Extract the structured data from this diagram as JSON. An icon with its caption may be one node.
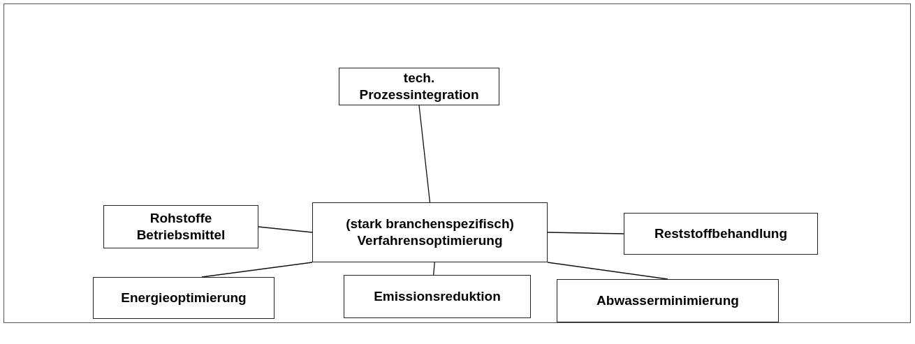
{
  "diagram": {
    "nodes": [
      {
        "text": [
          "tech. Prozessintegration"
        ]
      },
      {
        "text": [
          "Rohstoffe Betriebsmittel"
        ]
      },
      {
        "text": [
          "(stark branchenspezifisch) Verfahrensoptimierung"
        ]
      },
      {
        "text": [
          "Reststoffbehandlung"
        ]
      },
      {
        "text": [
          "Energieoptimierung"
        ]
      },
      {
        "text": [
          "Emissionsreduktion"
        ]
      },
      {
        "text": [
          "Abwasserminimierung"
        ]
      }
    ],
    "edges": [
      {
        "from": 2,
        "to": 0,
        "arrow": "none"
      },
      {
        "from": 2,
        "to": 1,
        "arrow": "none"
      },
      {
        "from": 2,
        "to": 3,
        "arrow": "none"
      },
      {
        "from": 2,
        "to": 4,
        "arrow": "none"
      },
      {
        "from": 2,
        "to": 5,
        "arrow": "none"
      },
      {
        "from": 2,
        "to": 6,
        "arrow": "none"
      }
    ]
  }
}
